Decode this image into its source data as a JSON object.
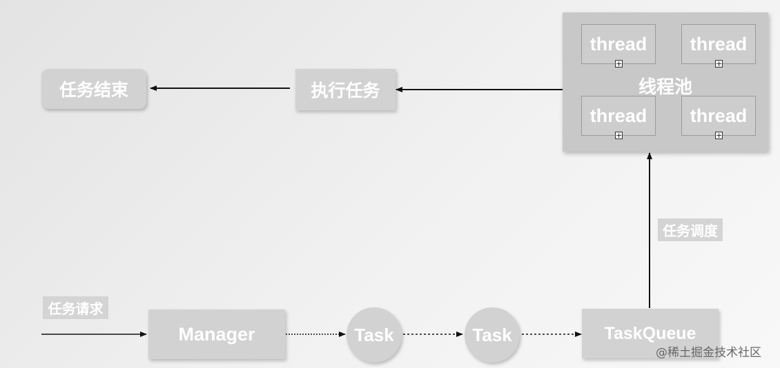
{
  "nodes": {
    "task_end": "任务结束",
    "execute_task": "执行任务",
    "manager": "Manager",
    "task_1": "Task",
    "task_2": "Task",
    "task_queue": "TaskQueue"
  },
  "thread_pool": {
    "title": "线程池",
    "threads": [
      "thread",
      "thread",
      "thread",
      "thread"
    ],
    "expander_symbol": "+"
  },
  "edge_labels": {
    "task_request": "任务请求",
    "task_dispatch": "任务调度"
  },
  "watermark": "@稀土掘金技术社区"
}
